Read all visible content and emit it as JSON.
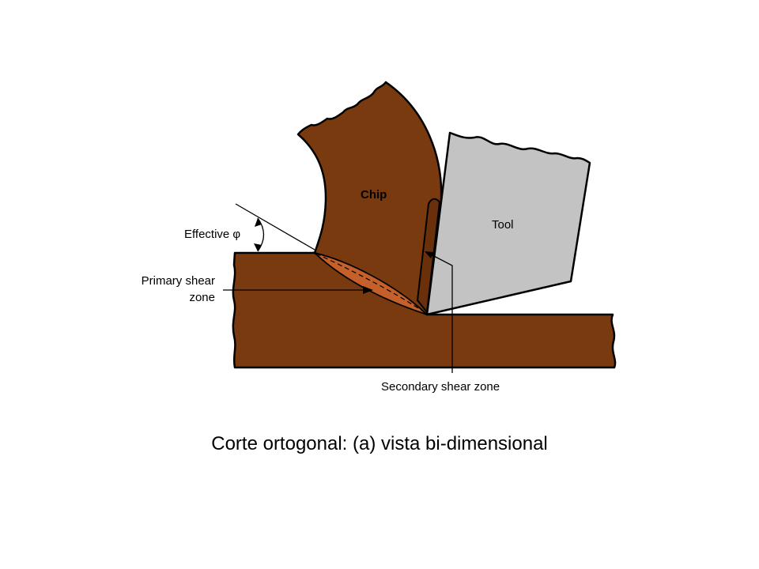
{
  "labels": {
    "chip": "Chip",
    "tool": "Tool",
    "effective_phi": "Effective φ",
    "primary_shear_line1": "Primary shear",
    "primary_shear_line2": "zone",
    "secondary_shear": "Secondary shear zone"
  },
  "caption": "Corte ortogonal: (a) vista bi-dimensional",
  "colors": {
    "workpiece": "#7a3a10",
    "tool": "#c3c3c3",
    "shear_zone": "#c5602a"
  }
}
